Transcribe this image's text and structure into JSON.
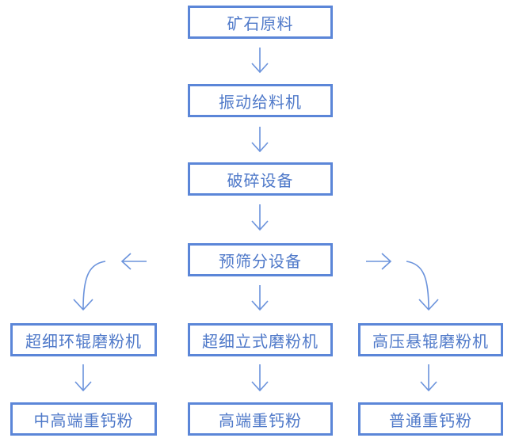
{
  "flowchart": {
    "nodes": {
      "ore": "矿石原料",
      "feeder": "振动给料机",
      "crusher": "破碎设备",
      "prescreen": "预筛分设备",
      "mill_left": "超细环辊磨粉机",
      "mill_center": "超细立式磨粉机",
      "mill_right": "高压悬辊磨粉机",
      "product_left": "中高端重钙粉",
      "product_center": "高端重钙粉",
      "product_right": "普通重钙粉"
    },
    "colors": {
      "border": "#5b86d8",
      "text": "#4f79c9",
      "arrow": "#6b93dc"
    }
  }
}
